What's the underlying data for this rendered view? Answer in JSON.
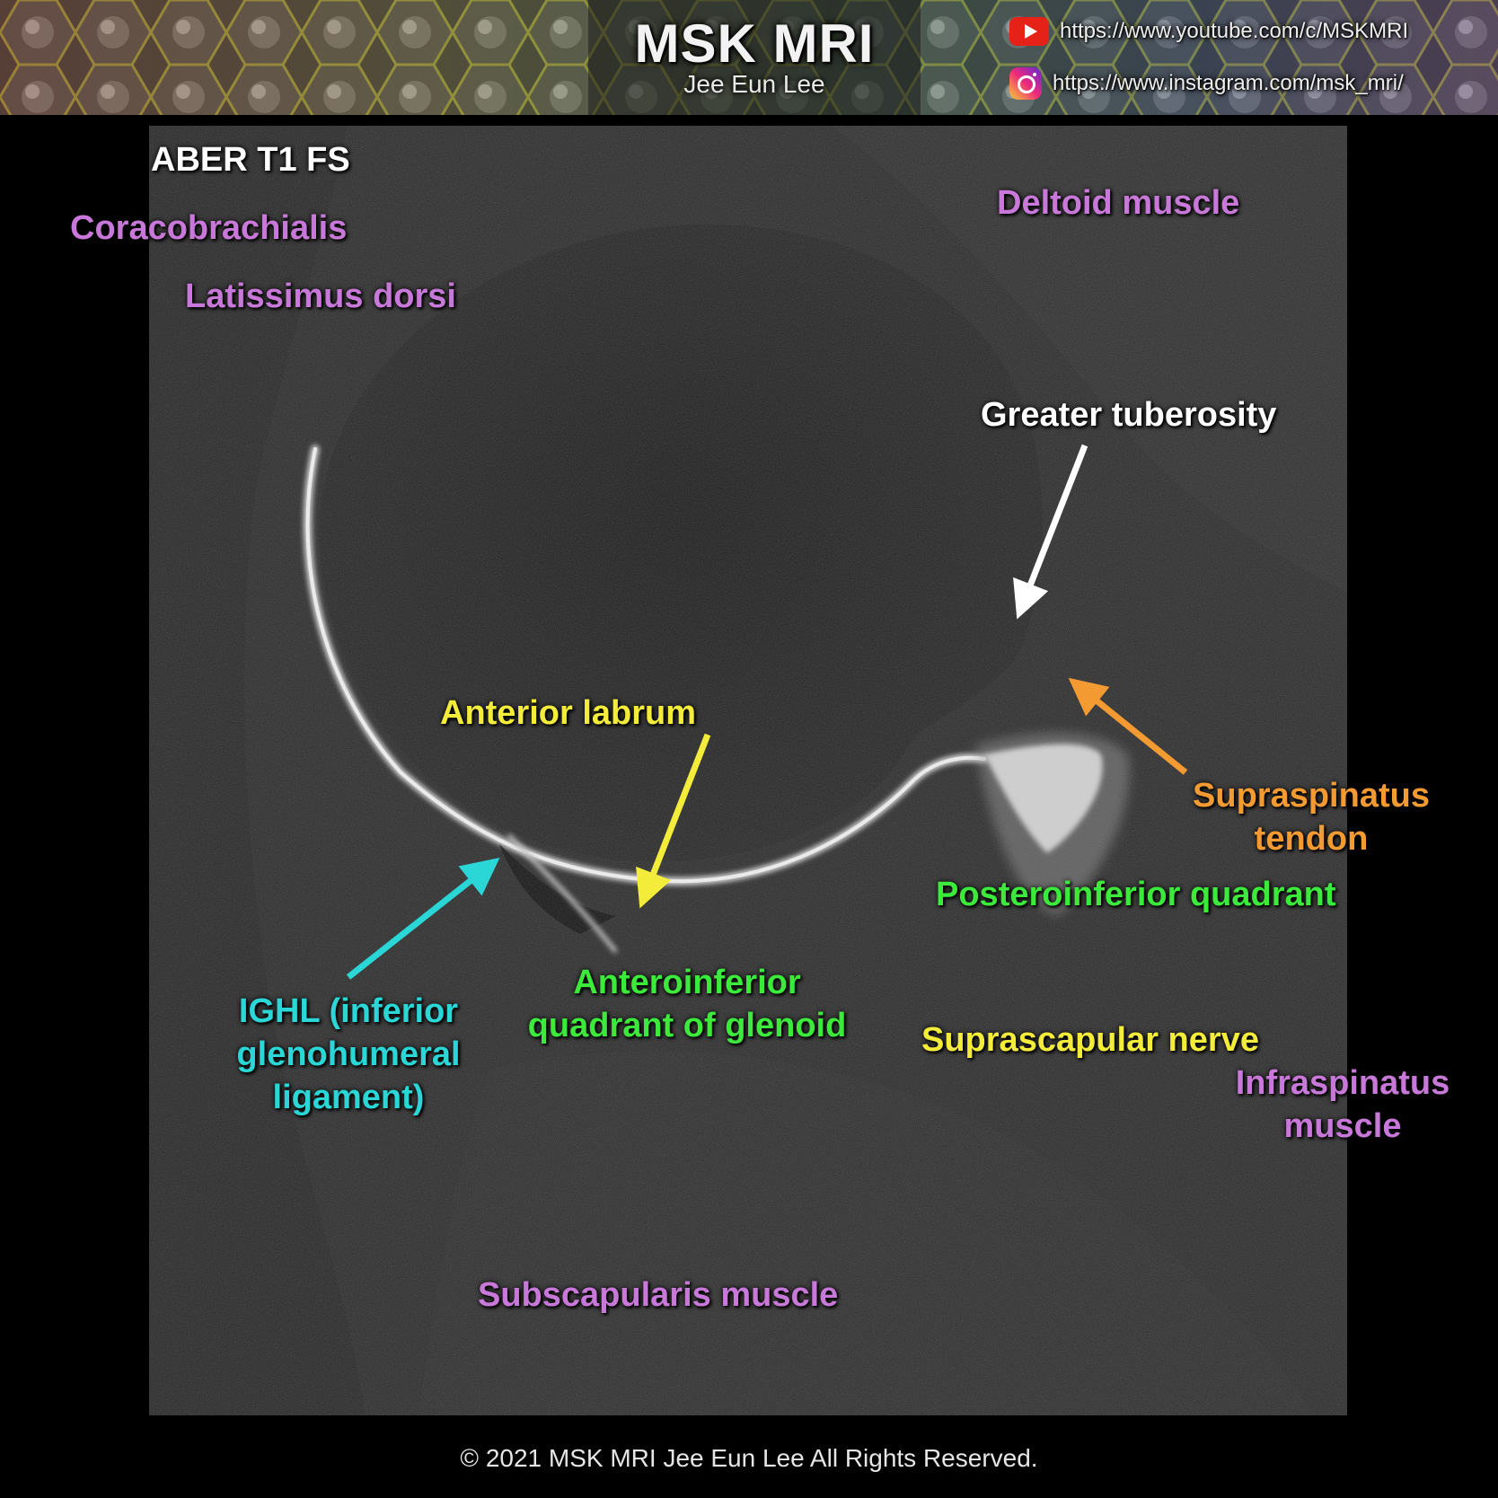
{
  "header": {
    "brand_title": "MSK MRI",
    "brand_subtitle": "Jee Eun Lee",
    "youtube_url": "https://www.youtube.com/c/MSKMRI",
    "instagram_url": "https://www.instagram.com/msk_mri/"
  },
  "sequence_label": "ABER T1 FS",
  "labels": {
    "coracobrachialis": "Coracobrachialis",
    "latissimus_dorsi": "Latissimus dorsi",
    "deltoid_muscle": "Deltoid muscle",
    "greater_tuberosity": "Greater tuberosity",
    "anterior_labrum": "Anterior labrum",
    "supraspinatus_tendon": [
      "Supraspinatus",
      "tendon"
    ],
    "posteroinferior_quadrant": "Posteroinferior quadrant",
    "anteroinferior_quadrant": [
      "Anteroinferior",
      "quadrant of glenoid"
    ],
    "ighl": [
      "IGHL (inferior",
      "glenohumeral",
      "ligament)"
    ],
    "suprascapular_nerve": "Suprascapular nerve",
    "infraspinatus_muscle": [
      "Infraspinatus",
      "muscle"
    ],
    "subscapularis_muscle": "Subscapularis muscle"
  },
  "colors": {
    "muscle": "#c878d8",
    "bone": "#ffffff",
    "labrum_nerve": "#f3ec3a",
    "glenoid_quadrant": "#3cea3c",
    "tendon": "#f39a32",
    "ligament": "#2bd6d6",
    "youtube": "#e62117"
  },
  "footer": {
    "copyright": "© 2021 MSK MRI Jee Eun Lee All Rights Reserved."
  }
}
